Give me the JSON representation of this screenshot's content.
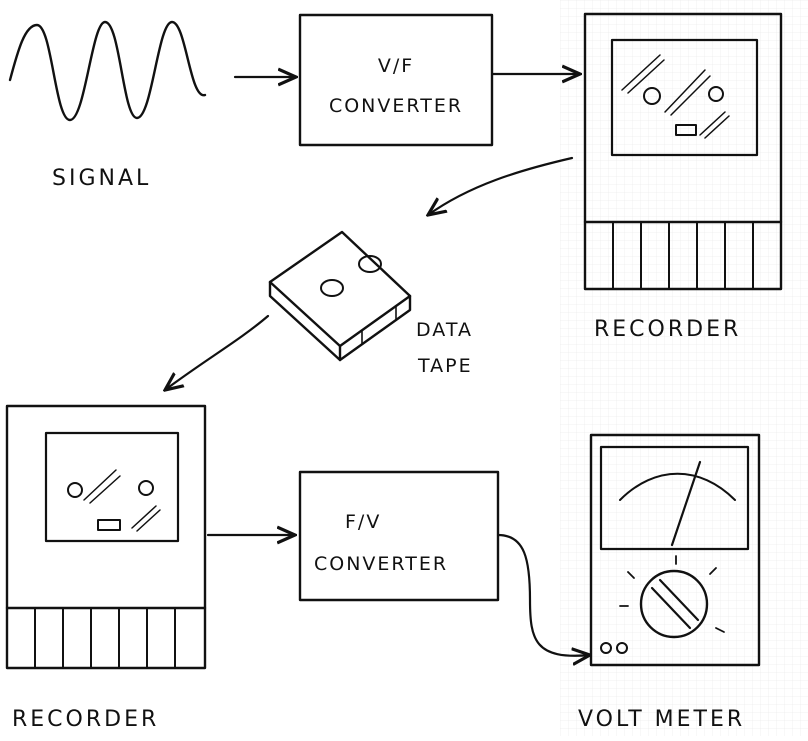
{
  "diagram": {
    "signal_label": "SIGNAL",
    "vf_converter": {
      "line1": "V/F",
      "line2": "CONVERTER"
    },
    "recorder_top_label": "RECORDER",
    "data_tape": {
      "line1": "DATA",
      "line2": "TAPE"
    },
    "recorder_bottom_label": "RECORDER",
    "fv_converter": {
      "line1": "F/V",
      "line2": "CONVERTER"
    },
    "volt_meter_label": "VOLT METER"
  }
}
